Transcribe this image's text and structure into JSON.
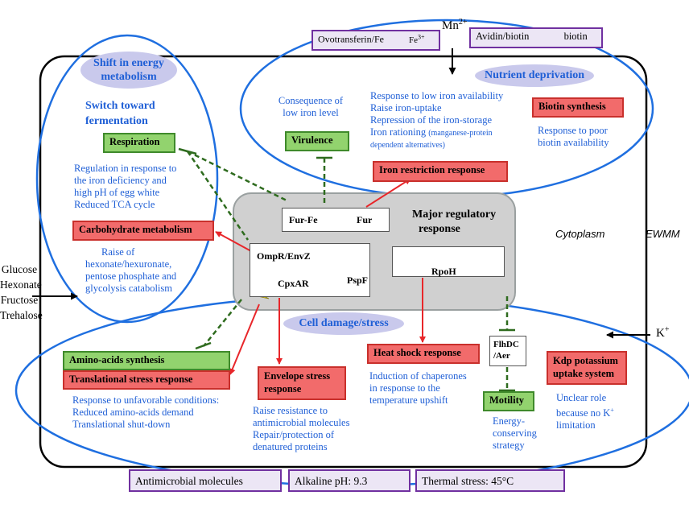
{
  "top": {
    "mn": "Mn",
    "mn_sup": "2+",
    "ovotransferrin": "Ovotransferin/Fe",
    "fe": "Fe",
    "fe_sup": "3+",
    "avidin": "Avidin/biotin",
    "biotin": "biotin"
  },
  "energy": {
    "title": "Shift in energy metabolism",
    "switch": "Switch toward fermentation",
    "respiration": "Respiration",
    "reg_text": [
      "Regulation in response to",
      "the iron deficiency and",
      "high pH of egg white",
      "Reduced TCA cycle"
    ],
    "carb": "Carbohydrate metabolism",
    "carb_text": [
      "Raise of",
      "hexonate/hexuronate,",
      "pentose phosphate and",
      "glycolysis catabolism"
    ]
  },
  "nutrient": {
    "title": "Nutrient deprivation",
    "consequence": [
      "Consequence of",
      "low iron level"
    ],
    "virulence": "Virulence",
    "iron_text_1": "Response to low iron availability",
    "iron_text_2": "Raise iron-uptake",
    "iron_text_3": "Repression of the iron-storage",
    "iron_text_4": "Iron rationing",
    "iron_text_4_small": "(manganese-protein",
    "iron_text_5": "dependent alternatives)",
    "iron_restriction": "Iron restriction response",
    "biotin_synth": "Biotin synthesis",
    "biotin_text": [
      "Response to poor",
      "biotin availability"
    ]
  },
  "regulatory": {
    "title": "Major regulatory",
    "title2": "response",
    "furfe": "Fur-Fe",
    "fur": "Fur",
    "ompr": "OmpR/EnvZ",
    "cpxar": "CpxAR",
    "pspf": "PspF",
    "rpoh": "RpoH"
  },
  "labels": {
    "cytoplasm": "Cytoplasm",
    "ewmm": "EWMM",
    "sugars": [
      "Glucose",
      "Hexonate",
      "Fructose",
      "Trehalose"
    ],
    "k": "K",
    "k_sup": "+"
  },
  "damage": {
    "title": "Cell damage/stress",
    "amino": "Amino-acids synthesis",
    "translational": "Translational stress response",
    "trans_text": [
      "Response to unfavorable conditions:",
      "Reduced amino-acids demand",
      "Translational shut-down"
    ],
    "envelope": [
      "Envelope stress",
      "response"
    ],
    "env_text": [
      "Raise resistance to",
      "antimicrobial molecules",
      "Repair/protection of",
      "denatured proteins"
    ],
    "heat": "Heat shock response",
    "heat_text": [
      "Induction of chaperones",
      "in response to the",
      "temperature upshift"
    ],
    "flhdc": [
      "FlhDC",
      "/Aer"
    ],
    "motility": "Motility",
    "motility_text": [
      "Energy-",
      "conserving",
      "strategy"
    ],
    "kdp": [
      "Kdp potassium",
      "uptake system"
    ],
    "kdp_text_1": "Unclear role",
    "kdp_text_2": "because no K",
    "kdp_sup": "+",
    "kdp_text_3": "limitation"
  },
  "bottom": {
    "antimicrobial": "Antimicrobial molecules",
    "alkaline": "Alkaline pH: 9.3",
    "thermal": "Thermal stress: 45°C"
  },
  "colors": {
    "red": "#f26b6b",
    "green": "#92d36e",
    "purple": "#7030a0",
    "blue": "#1f5fd6",
    "magenta": "#e0369b",
    "orange": "#f0901e",
    "yellow": "#f3e23a",
    "cyan": "#3fb8e8"
  }
}
